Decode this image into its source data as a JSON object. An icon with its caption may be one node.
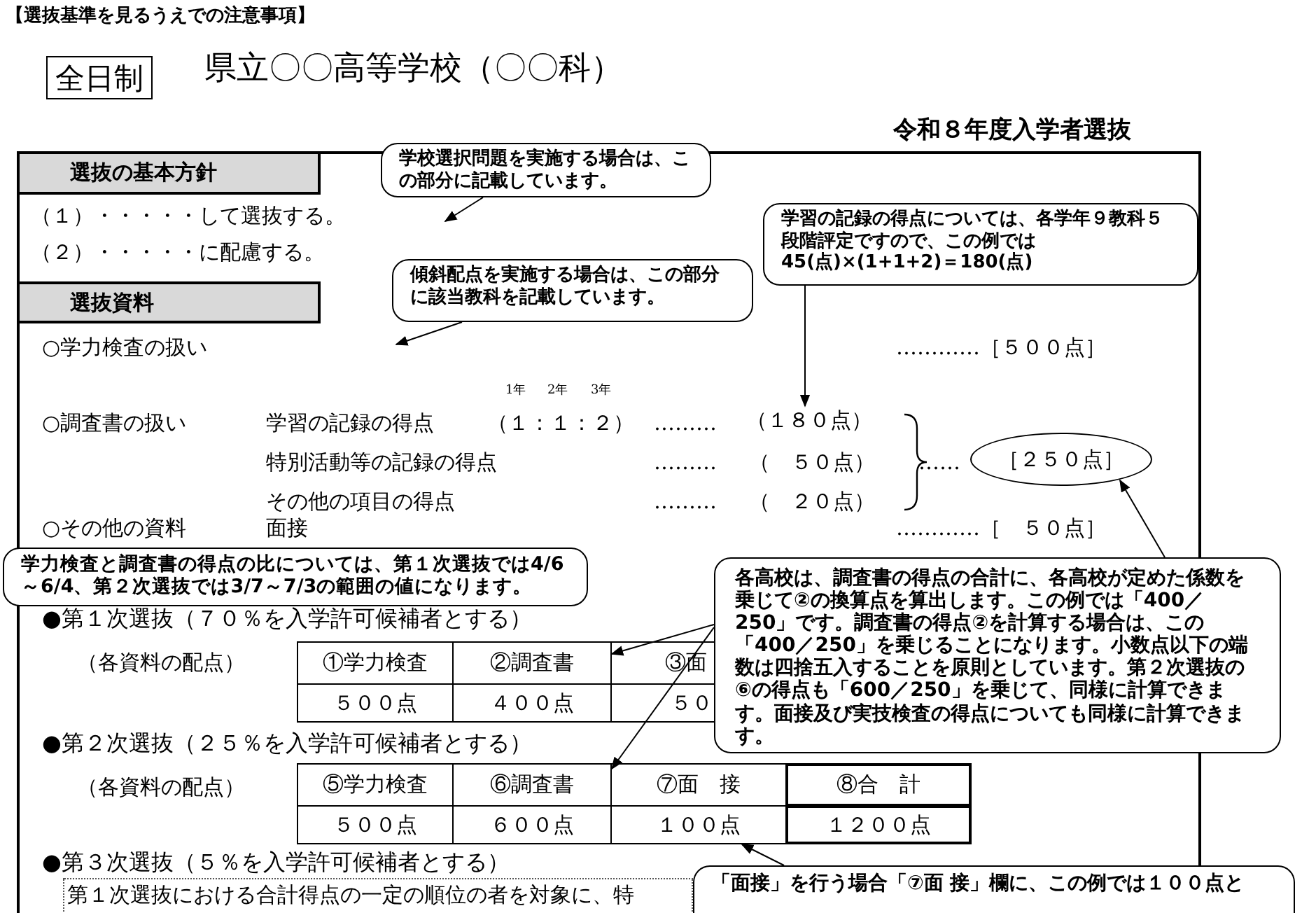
{
  "diagram": {
    "title": "【選抜基準を見るうえでの注意事項】",
    "nodes": [
      {
        "text": [
          "全日制"
        ]
      },
      {
        "text": [
          "選抜の基本方針"
        ]
      },
      {
        "text": [
          "学校選択問題を実施する場合は、この部分に記載しています。"
        ]
      },
      {
        "text": [
          "学習の記録の得点については、各学年９教科５段階評定ですので、この例では 45(点)×(1+1+2)＝180(点)"
        ]
      },
      {
        "text": [
          "傾斜配点を実施する場合は、この部分に該当教科を記載しています。"
        ]
      },
      {
        "text": [
          "選抜資料"
        ]
      },
      {
        "text": [
          "（１８０点）"
        ]
      },
      {
        "text": [
          "［２５０点］"
        ]
      },
      {
        "text": [
          "学力検査と調査書の得点の比については、第１次選抜では4/6～6/4、第２次選抜では3/7～7/3の範囲の値になります。"
        ]
      },
      {
        "text": [
          "各高校は、調査書の得点の合計に、各高校が定めた係数を乗じて②の換算点を算出します。この例では「400／250」です。調査書の得点②を計算する場合は、この「400／250」を乗じることになります。小数点以下の端数は四捨五入することを原則としています。第２次選抜の⑥の得点も「600／250」を乗じて、同様に計算できます。面接及び実技検査の得点についても同様に計算できます。"
        ]
      },
      {
        "text": [
          "②調査書"
        ]
      },
      {
        "text": [
          "⑥調査書"
        ]
      },
      {
        "text": [
          "１００点"
        ]
      },
      {
        "text": [
          "第１次選抜における合計得点の一定の順位の者を対象に、特"
        ]
      },
      {
        "text": [
          "「面接」を行う場合「⑦面 接」欄に、この例では１００点と"
        ]
      }
    ],
    "edges": [
      {
        "from": 2,
        "to": null,
        "arrow": "to"
      },
      {
        "from": 3,
        "to": 6,
        "arrow": "to"
      },
      {
        "from": 4,
        "to": null,
        "arrow": "to"
      },
      {
        "from": 9,
        "to": 7,
        "arrow": "to"
      },
      {
        "from": 9,
        "to": 10,
        "arrow": "to"
      },
      {
        "from": 9,
        "to": 11,
        "arrow": "to"
      },
      {
        "from": 14,
        "to": 12,
        "arrow": "to"
      }
    ],
    "labels": [
      "県立〇〇高等学校（〇〇科）",
      "令和８年度入学者選抜",
      "（１）・・・・・して選抜する。",
      "（２）・・・・・に配慮する。",
      "○学力検査の扱い",
      "…………［５００点］",
      "1年",
      "2年",
      "3年",
      "○調査書の扱い",
      "学習の記録の得点",
      "（１：１：２）",
      "………",
      "特別活動等の記録の得点",
      "………",
      "（　５０点）",
      "その他の項目の得点",
      "………",
      "（　２０点）",
      "……",
      "○その他の資料",
      "面接",
      "…………［　５０点］",
      "●第１次選抜（７０％を入学許可候補者とする）",
      "（各資料の配点）",
      "①学力検査",
      "③面",
      "５００点",
      "４００点",
      "５０",
      "●第２次選抜（２５％を入学許可候補者とする）",
      "（各資料の配点）",
      "⑤学力検査",
      "⑦面　接",
      "⑧合　計",
      "５００点",
      "６００点",
      "１２００点",
      "●第３次選抜（５％を入学許可候補者とする）"
    ]
  }
}
